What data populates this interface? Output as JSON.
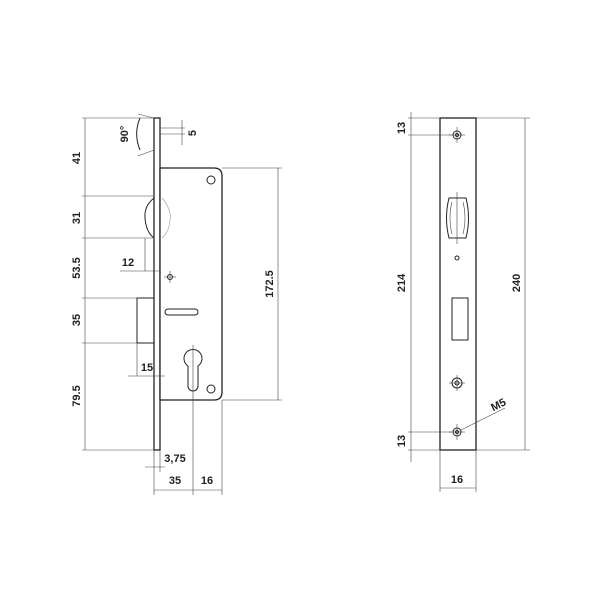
{
  "left_view": {
    "angle_label": "90°",
    "faceplate_thickness": "5",
    "vertical_dims": [
      "41",
      "31",
      "53.5",
      "35",
      "79.5"
    ],
    "case_height": "172.5",
    "latch_offset": "12",
    "deadbolt_projection": "15",
    "plate_thickness": "3,75",
    "backset": "35",
    "case_rear": "16"
  },
  "right_view": {
    "top_screw": "13",
    "screw_spacing": "214",
    "bottom_screw": "13",
    "total_height": "240",
    "plate_width": "16",
    "screw_thread": "M5"
  }
}
